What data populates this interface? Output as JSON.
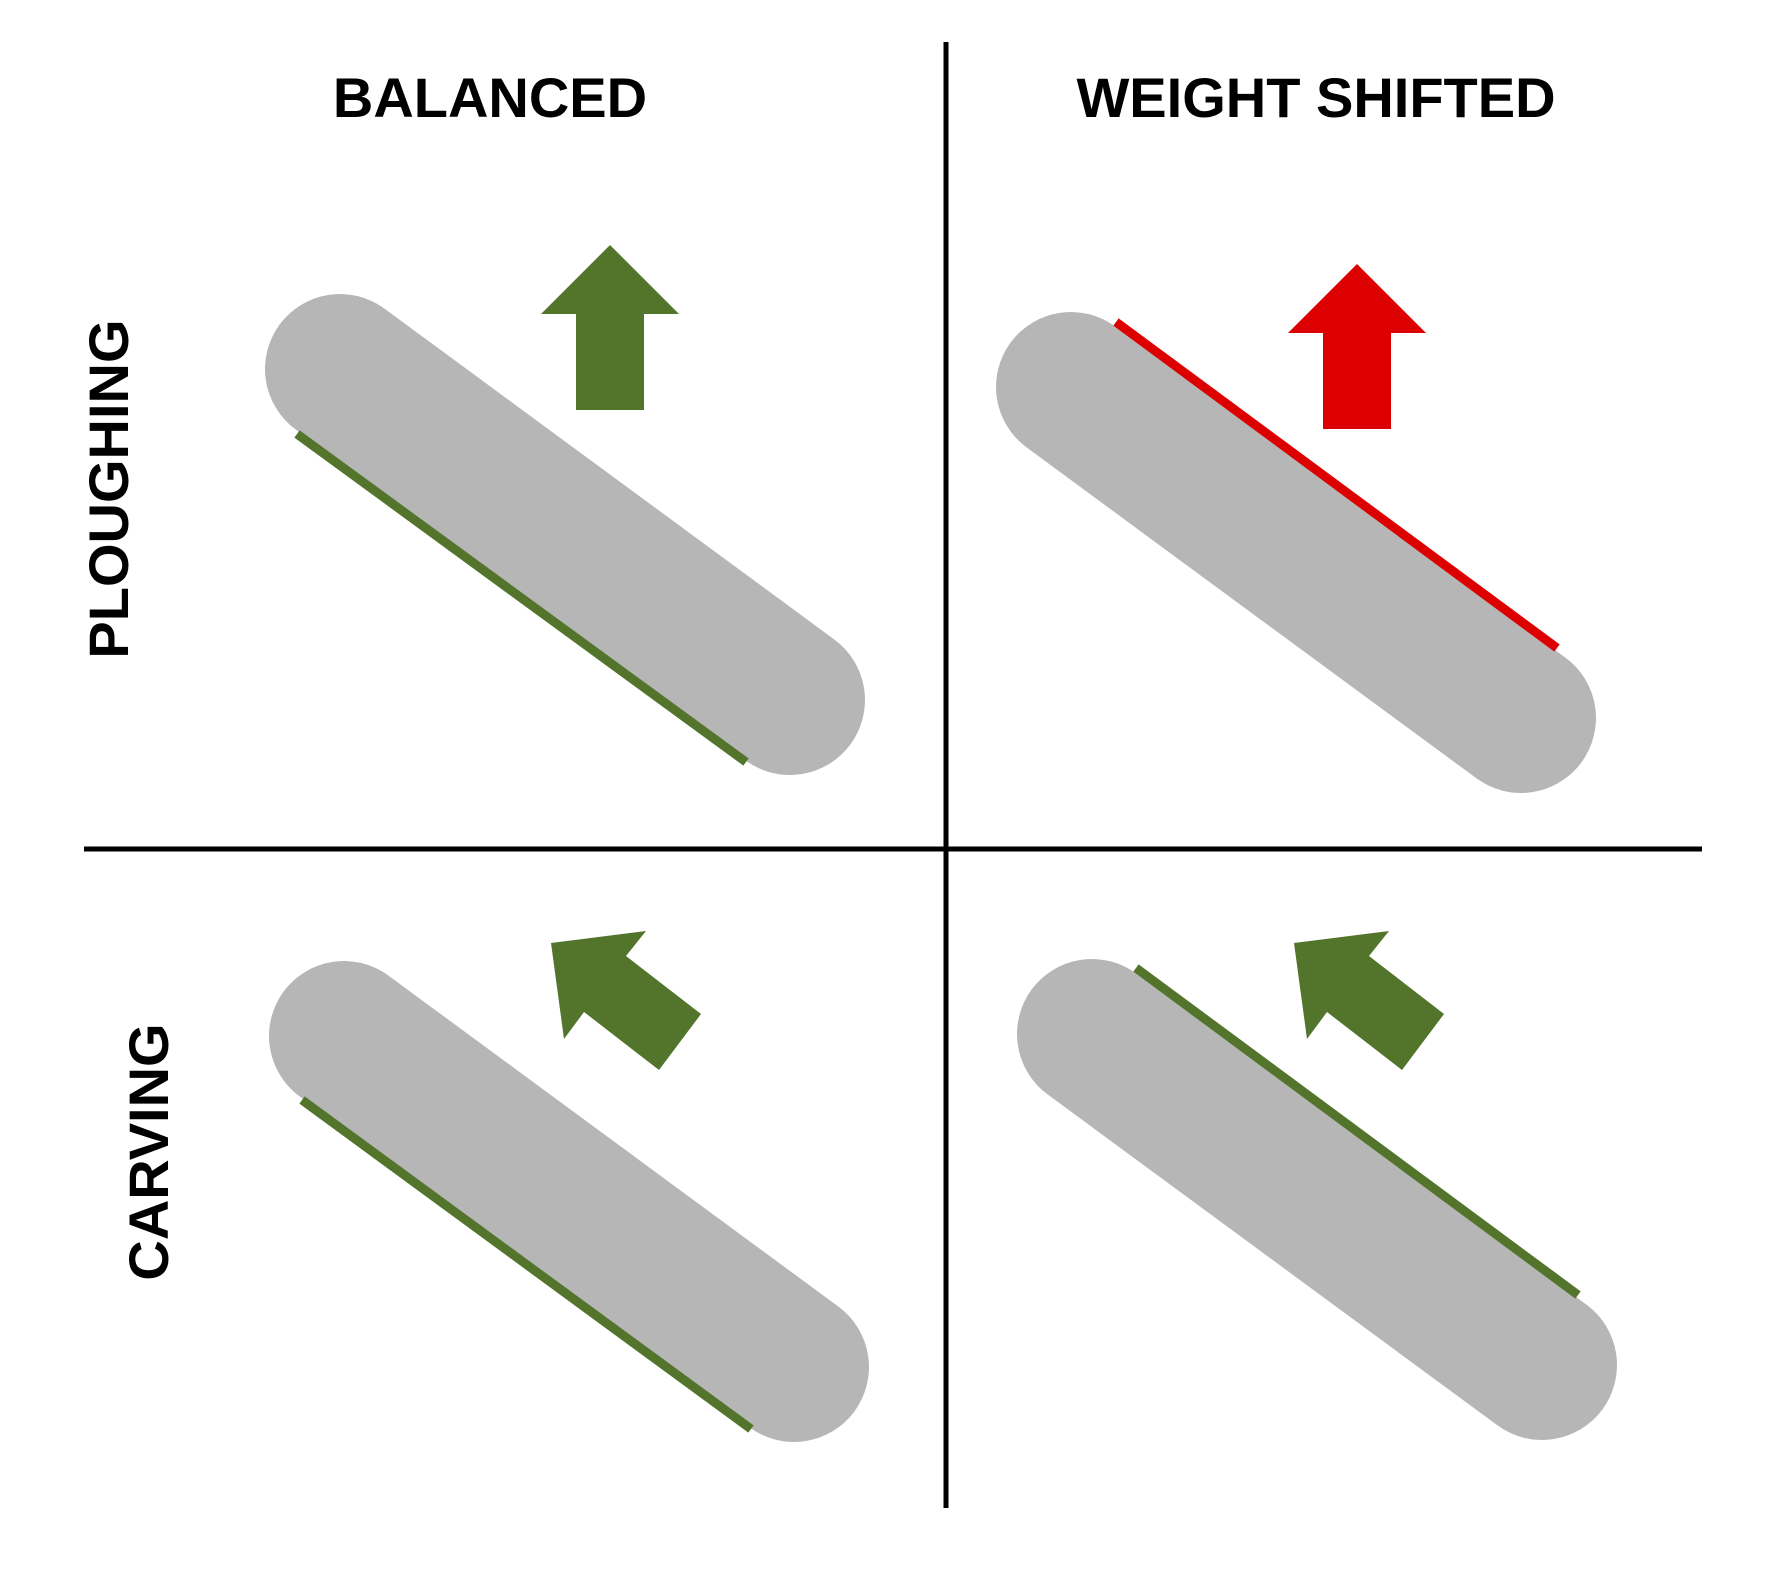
{
  "columns": {
    "left": "BALANCED",
    "right": "WEIGHT SHIFTED"
  },
  "rows": {
    "top": "PLOUGHING",
    "bottom": "CARVING"
  },
  "colors": {
    "ski": "#b6b6b6",
    "ok": "#52742b",
    "bad": "#dd0000",
    "divider": "#000000"
  },
  "panels": [
    {
      "row": "PLOUGHING",
      "column": "BALANCED",
      "status": "ok",
      "arrow_direction": "up",
      "edge": "lower"
    },
    {
      "row": "PLOUGHING",
      "column": "WEIGHT SHIFTED",
      "status": "bad",
      "arrow_direction": "up",
      "edge": "upper"
    },
    {
      "row": "CARVING",
      "column": "BALANCED",
      "status": "ok",
      "arrow_direction": "up-left",
      "edge": "lower"
    },
    {
      "row": "CARVING",
      "column": "WEIGHT SHIFTED",
      "status": "ok",
      "arrow_direction": "up-left",
      "edge": "upper"
    }
  ]
}
